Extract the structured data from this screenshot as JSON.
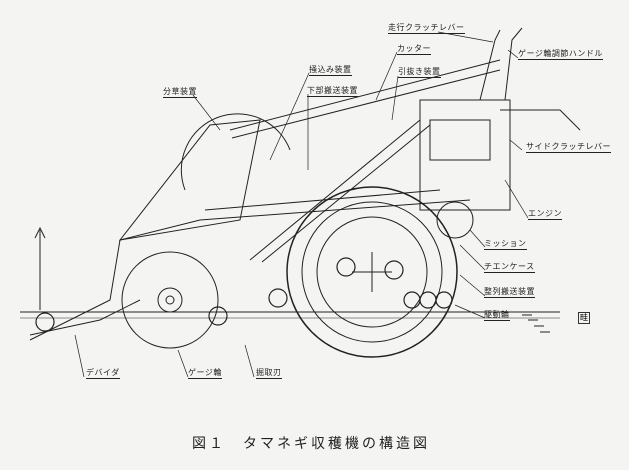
{
  "labels": {
    "travel_clutch_lever": "走行クラッチレバー",
    "gauge_wheel_handle": "ゲージ輪調節ハンドル",
    "cutter": "カッター",
    "pulling_device": "引抜き装置",
    "raking_device": "掻込み装置",
    "lower_conveyor": "下部搬送装置",
    "divider_device": "分草装置",
    "side_clutch_lever": "サイドクラッチレバー",
    "engine": "エンジン",
    "transmission": "ミッション",
    "chain_case": "チエンケース",
    "alignment_conveyor": "整列搬送装置",
    "drive_wheel": "駆動輪",
    "ridge": "畦",
    "divider": "デバイダ",
    "gauge_wheel": "ゲージ輪",
    "digging_blade": "掘取刃"
  },
  "caption": "図１　タマネギ収穫機の構造図"
}
